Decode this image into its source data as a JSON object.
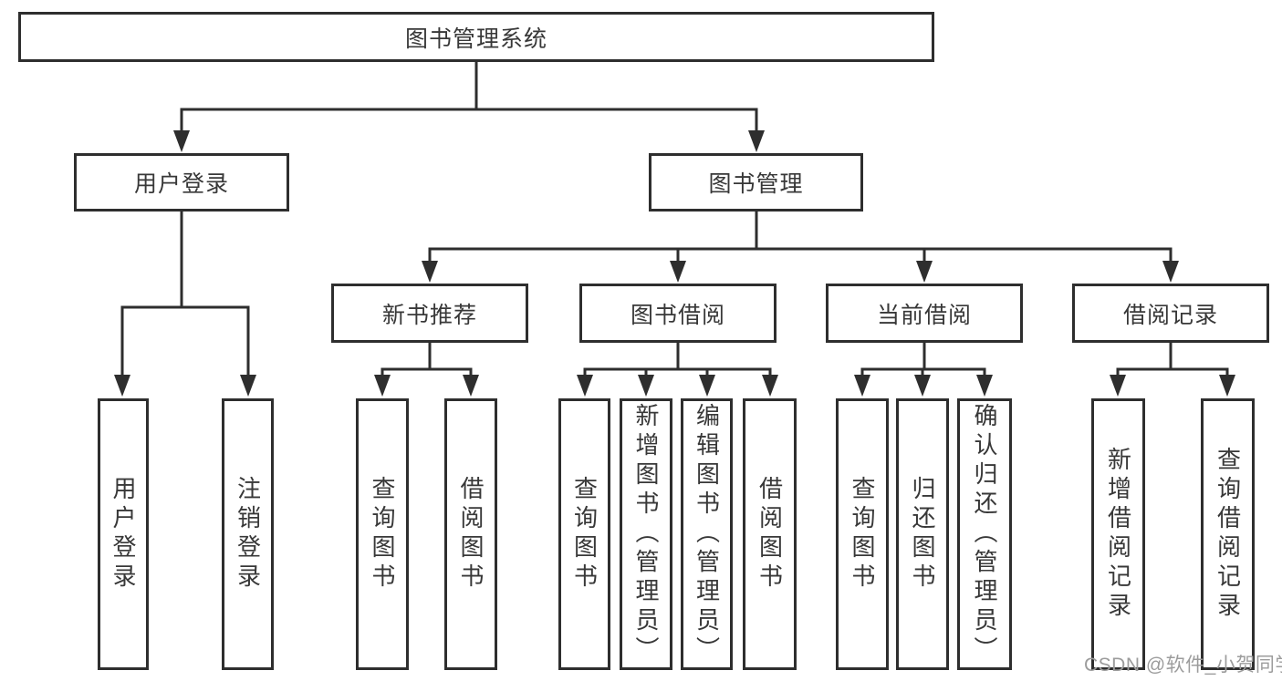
{
  "tree": {
    "root": {
      "label": "图书管理系统"
    },
    "children": [
      {
        "label": "用户登录",
        "children": [
          {
            "label": "用户登录"
          },
          {
            "label": "注销登录"
          }
        ]
      },
      {
        "label": "图书管理",
        "children": [
          {
            "label": "新书推荐",
            "children": [
              {
                "label": "查询图书"
              },
              {
                "label": "借阅图书"
              }
            ]
          },
          {
            "label": "图书借阅",
            "children": [
              {
                "label": "查询图书"
              },
              {
                "label": "新增图书（管理员）"
              },
              {
                "label": "编辑图书（管理员）"
              },
              {
                "label": "借阅图书"
              }
            ]
          },
          {
            "label": "当前借阅",
            "children": [
              {
                "label": "查询图书"
              },
              {
                "label": "归还图书"
              },
              {
                "label": "确认归还（管理员）"
              }
            ]
          },
          {
            "label": "借阅记录",
            "children": [
              {
                "label": "新增借阅记录"
              },
              {
                "label": "查询借阅记录"
              }
            ]
          }
        ]
      }
    ]
  },
  "watermark": {
    "text": "CSDN @软件_小贺同学"
  },
  "colors": {
    "line": "#2e2e2e",
    "box_border": "#2e2e2e",
    "text": "#383838",
    "watermark": "#9c9c9c",
    "background": "#ffffff"
  }
}
